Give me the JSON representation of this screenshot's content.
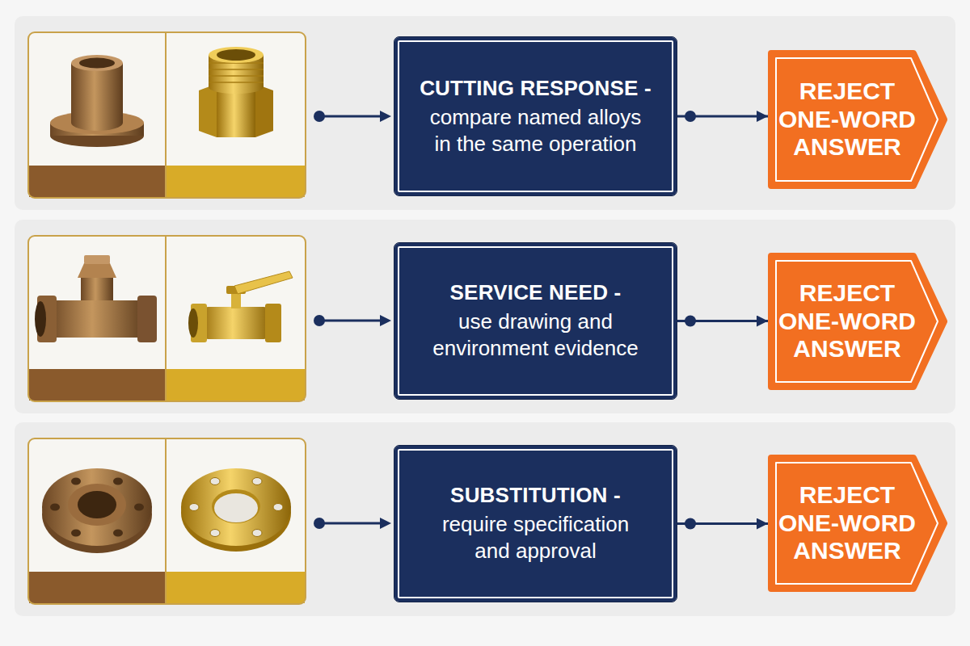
{
  "diagram": {
    "nodes": [
      {
        "text": [
          "CUTTING RESPONSE -",
          "compare named alloys in the same operation"
        ]
      },
      {
        "text": [
          "REJECT ONE-WORD ANSWER"
        ]
      },
      {
        "text": [
          "SERVICE NEED -",
          "use drawing and environment evidence"
        ]
      },
      {
        "text": [
          "REJECT ONE-WORD ANSWER"
        ]
      },
      {
        "text": [
          "SUBSTITUTION -",
          "require specification and approval"
        ]
      },
      {
        "text": [
          "REJECT ONE-WORD ANSWER"
        ]
      }
    ],
    "edges": [
      {
        "from": 0,
        "to": 1,
        "arrow": "to"
      },
      {
        "from": 2,
        "to": 3,
        "arrow": "to"
      },
      {
        "from": 4,
        "to": 5,
        "arrow": "to"
      }
    ]
  }
}
